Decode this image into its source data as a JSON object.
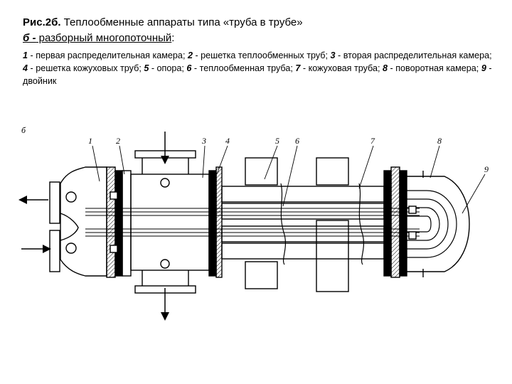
{
  "caption": {
    "title_prefix": "Рис.2б.",
    "title_text": " Теплообменные аппараты типа «труба в трубе»",
    "subtitle_letter": "б -",
    "subtitle_text": " разборный многопоточный",
    "subtitle_colon": ":",
    "legend": [
      {
        "num": "1",
        "text": " - первая распределительная камера; "
      },
      {
        "num": "2",
        "text": " - решетка теплообменных труб; "
      },
      {
        "num": "3",
        "text": " - вторая распределительная камера; "
      },
      {
        "num": "4",
        "text": " - решетка кожуховых труб; "
      },
      {
        "num": "5",
        "text": " - опора; "
      },
      {
        "num": "6",
        "text": " - теплообменная труба; "
      },
      {
        "num": "7",
        "text": " - кожуховая труба; "
      },
      {
        "num": "8",
        "text": " - поворотная камера; "
      },
      {
        "num": "9",
        "text": " - двойник"
      }
    ]
  },
  "figure": {
    "view_letter": "б",
    "callouts": [
      "1",
      "2",
      "3",
      "4",
      "5",
      "6",
      "7",
      "8",
      "9"
    ]
  }
}
